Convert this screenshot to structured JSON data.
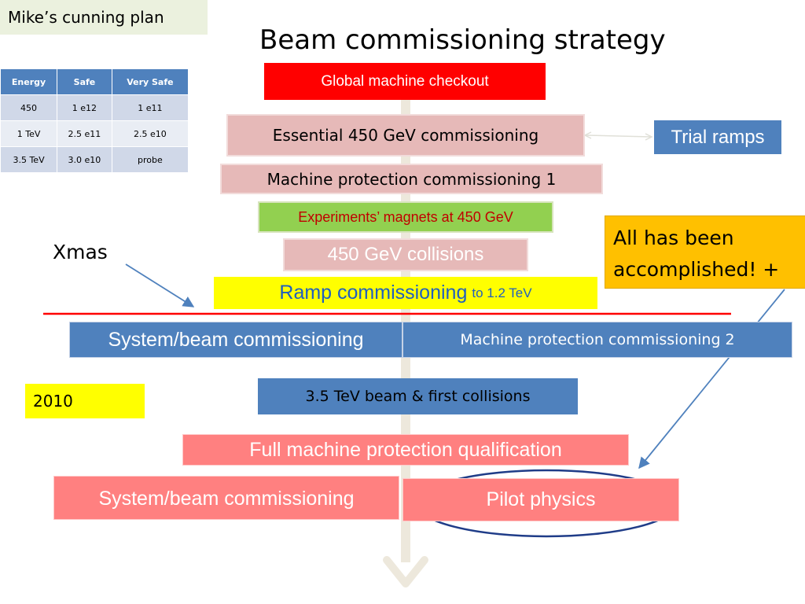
{
  "header": {
    "plan_label": "Mike’s cunning plan",
    "title": "Beam commissioning strategy"
  },
  "intensity_table": {
    "headers": [
      "Energy",
      "Safe",
      "Very Safe"
    ],
    "rows": [
      [
        "450",
        "1 e12",
        "1 e11"
      ],
      [
        "1 TeV",
        "2.5 e11",
        "2.5 e10"
      ],
      [
        "3.5 TeV",
        "3.0 e10",
        "probe"
      ]
    ]
  },
  "steps": {
    "global_checkout": "Global machine checkout",
    "essential_450": "Essential 450 GeV commissioning",
    "trial_ramps": "Trial ramps",
    "mp_commissioning_1": "Machine protection commissioning 1",
    "experiments_magnets": "Experiments’ magnets at 450 GeV",
    "collisions_450": "450 GeV collisions",
    "ramp_main": "Ramp commissioning",
    "ramp_suffix": "to 1.2 TeV",
    "system_beam_1": "System/beam commissioning",
    "mp_commissioning_2": "Machine protection commissioning 2",
    "beam_35_tev": "3.5 TeV beam & first collisions",
    "full_mp_qualification": "Full machine protection qualification",
    "system_beam_2": "System/beam commissioning",
    "pilot_physics": "Pilot physics"
  },
  "annotations": {
    "xmas": "Xmas",
    "year": "2010",
    "note": "All has been accomplished! +"
  },
  "colors": {
    "red": "#ff0000",
    "pink": "#e6b9b8",
    "salmon": "#ff8080",
    "blue": "#4f81bd",
    "yellow": "#ffff00",
    "green": "#92d050",
    "orange": "#ffc000",
    "timeline": "#ede8dc",
    "arrow": "#4f81bd",
    "divider": "#ff0000",
    "ellipse": "#1f3c88"
  }
}
